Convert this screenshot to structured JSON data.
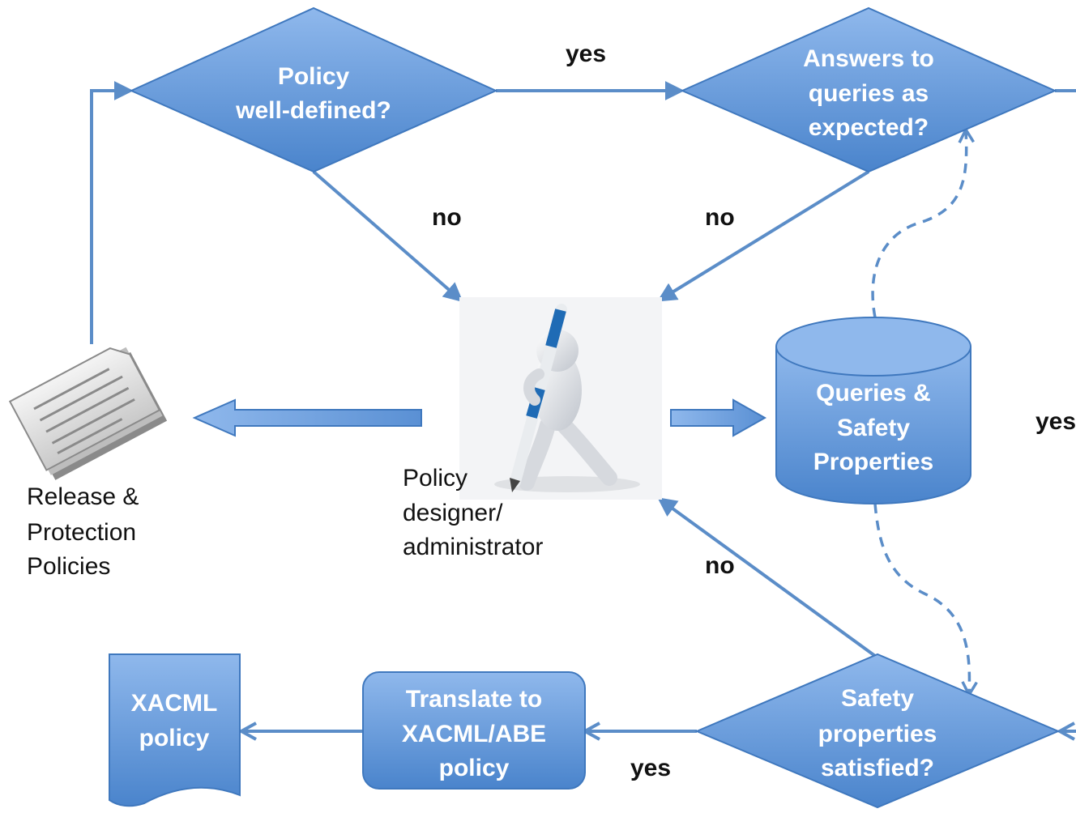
{
  "colors": {
    "shape_fill_top": "#8fb8ec",
    "shape_fill_bottom": "#4a84cc",
    "shape_stroke": "#3f78be",
    "arrow": "#5b8dc8",
    "text_on_shape": "#ffffff",
    "text": "#111111"
  },
  "nodes": {
    "policy_well_defined": {
      "lines": [
        "Policy",
        "well-defined?"
      ]
    },
    "answers_expected": {
      "lines": [
        "Answers to",
        "queries as",
        "expected?"
      ]
    },
    "queries_store": {
      "lines": [
        "Queries &",
        "Safety",
        "Properties"
      ]
    },
    "safety_satisfied": {
      "lines": [
        "Safety",
        "properties",
        "satisfied?"
      ]
    },
    "translate": {
      "lines": [
        "Translate to",
        "XACML/ABE",
        "policy"
      ]
    },
    "xacml_policy": {
      "lines": [
        "XACML",
        "policy"
      ]
    },
    "designer": {
      "caption": [
        "Policy",
        "designer/",
        "administrator"
      ],
      "icon": "person-with-pen-icon"
    },
    "release_policies": {
      "caption": [
        "Release &",
        "Protection",
        "Policies"
      ],
      "icon": "document-stack-icon"
    }
  },
  "edges": {
    "wellDefined_yes": "yes",
    "wellDefined_no": "no",
    "answers_no": "no",
    "right_yes": "yes",
    "safety_no": "no",
    "safety_yes": "yes"
  }
}
